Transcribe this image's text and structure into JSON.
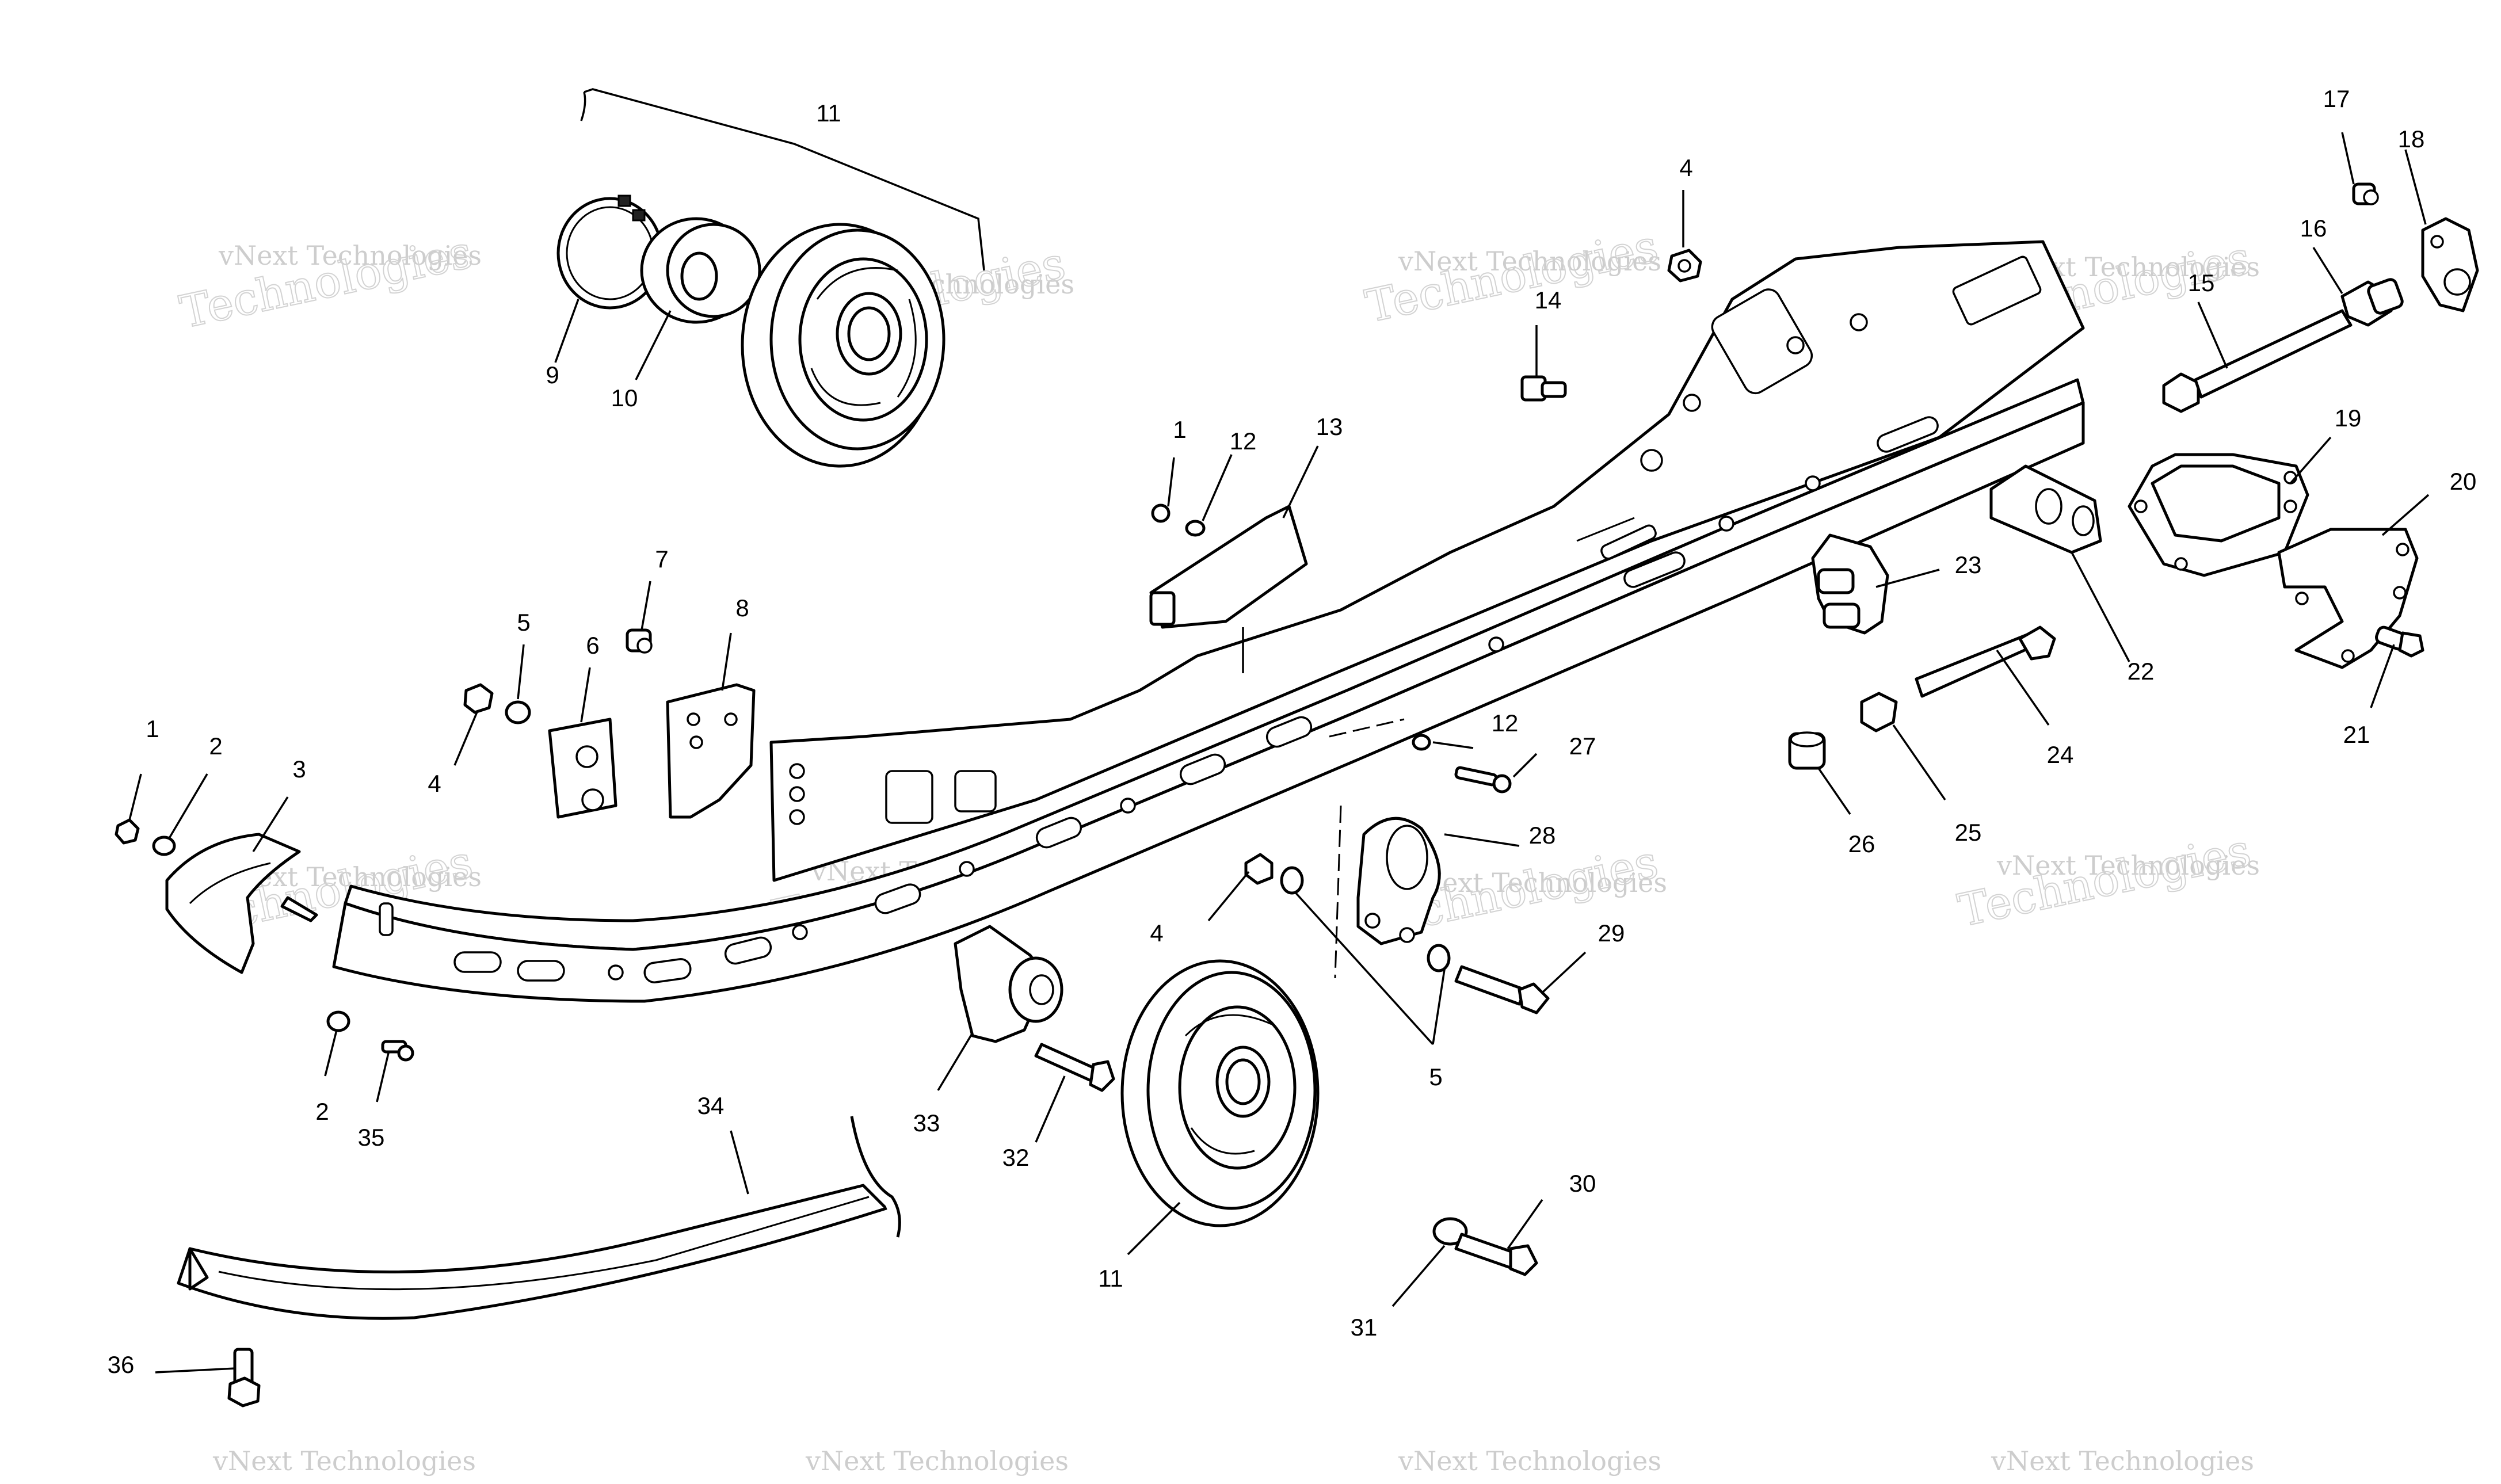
{
  "watermark": {
    "small": "vNext Technologies",
    "large": "Technologies",
    "brand": "vNext"
  },
  "callouts": [
    {
      "id": "c-11-top",
      "label": "11"
    },
    {
      "id": "c-9",
      "label": "9"
    },
    {
      "id": "c-10",
      "label": "10"
    },
    {
      "id": "c-4-top",
      "label": "4"
    },
    {
      "id": "c-14",
      "label": "14"
    },
    {
      "id": "c-17",
      "label": "17"
    },
    {
      "id": "c-18",
      "label": "18"
    },
    {
      "id": "c-16",
      "label": "16"
    },
    {
      "id": "c-15",
      "label": "15"
    },
    {
      "id": "c-19",
      "label": "19"
    },
    {
      "id": "c-20",
      "label": "20"
    },
    {
      "id": "c-1-mid",
      "label": "1"
    },
    {
      "id": "c-12-mid",
      "label": "12"
    },
    {
      "id": "c-13",
      "label": "13"
    },
    {
      "id": "c-23",
      "label": "23"
    },
    {
      "id": "c-22",
      "label": "22"
    },
    {
      "id": "c-21",
      "label": "21"
    },
    {
      "id": "c-7",
      "label": "7"
    },
    {
      "id": "c-8",
      "label": "8"
    },
    {
      "id": "c-5-left",
      "label": "5"
    },
    {
      "id": "c-6",
      "label": "6"
    },
    {
      "id": "c-4-left",
      "label": "4"
    },
    {
      "id": "c-1-left",
      "label": "1"
    },
    {
      "id": "c-2-left",
      "label": "2"
    },
    {
      "id": "c-3",
      "label": "3"
    },
    {
      "id": "c-12-low",
      "label": "12"
    },
    {
      "id": "c-27",
      "label": "27"
    },
    {
      "id": "c-24",
      "label": "24"
    },
    {
      "id": "c-26",
      "label": "26"
    },
    {
      "id": "c-25",
      "label": "25"
    },
    {
      "id": "c-28",
      "label": "28"
    },
    {
      "id": "c-4-low",
      "label": "4"
    },
    {
      "id": "c-29",
      "label": "29"
    },
    {
      "id": "c-5-low",
      "label": "5"
    },
    {
      "id": "c-2-low",
      "label": "2"
    },
    {
      "id": "c-35",
      "label": "35"
    },
    {
      "id": "c-33",
      "label": "33"
    },
    {
      "id": "c-32",
      "label": "32"
    },
    {
      "id": "c-34",
      "label": "34"
    },
    {
      "id": "c-11-low",
      "label": "11"
    },
    {
      "id": "c-30",
      "label": "30"
    },
    {
      "id": "c-31",
      "label": "31"
    },
    {
      "id": "c-36",
      "label": "36"
    }
  ]
}
